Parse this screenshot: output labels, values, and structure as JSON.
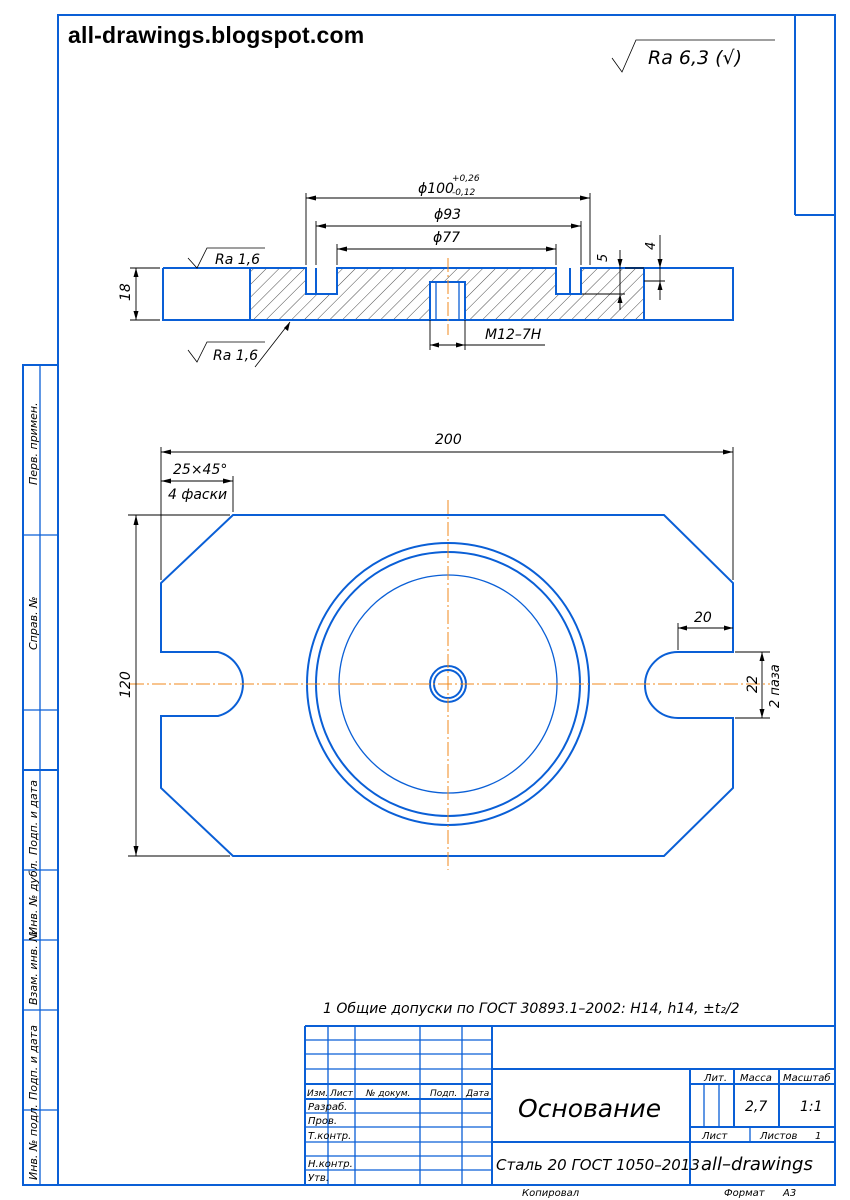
{
  "header": {
    "site": "all-drawings.blogspot.com",
    "roughness_general": "Ra 6,3 (√)"
  },
  "section_view": {
    "dia_outer": "ϕ100",
    "dia_outer_tol_upper": "+0,26",
    "dia_outer_tol_lower": "-0,12",
    "dia_mid": "ϕ93",
    "dia_inner": "ϕ77",
    "depth_5": "5",
    "depth_4": "4",
    "height_18": "18",
    "roughness_top": "Ra 1,6",
    "roughness_bottom": "Ra 1,6",
    "thread": "M12–7H"
  },
  "plan_view": {
    "width_200": "200",
    "chamfer": "25×45°",
    "chamfer_count": "4 фаски",
    "height_120": "120",
    "slot_depth_20": "20",
    "slot_width_22": "22",
    "slot_count": "2 паза"
  },
  "notes": {
    "note1": "1 Общие допуски по ГОСТ 30893.1–2002: H14, h14, ±t₂/2"
  },
  "side_stamps": [
    "Перв. примен.",
    "Справ. №",
    "Подп. и дата",
    "Инв. № дубл.",
    "Взам. инв. №",
    "Подп. и дата",
    "Инв. № подл."
  ],
  "title_block": {
    "cols": [
      "Изм.",
      "Лист",
      "№ докум.",
      "Подп.",
      "Дата"
    ],
    "rows": [
      "Разраб.",
      "Пров.",
      "Т.контр.",
      "Н.контр.",
      "Утв."
    ],
    "title": "Основание",
    "material": "Сталь 20 ГОСТ 1050–2013",
    "company": "all–drawings",
    "lit_label": "Лит.",
    "mass_label": "Масса",
    "scale_label": "Масштаб",
    "mass_value": "2,7",
    "scale_value": "1:1",
    "sheet_label": "Лист",
    "sheets_label": "Листов",
    "sheets_value": "1",
    "copied": "Копировал",
    "format_label": "Формат",
    "format_value": "А3"
  }
}
